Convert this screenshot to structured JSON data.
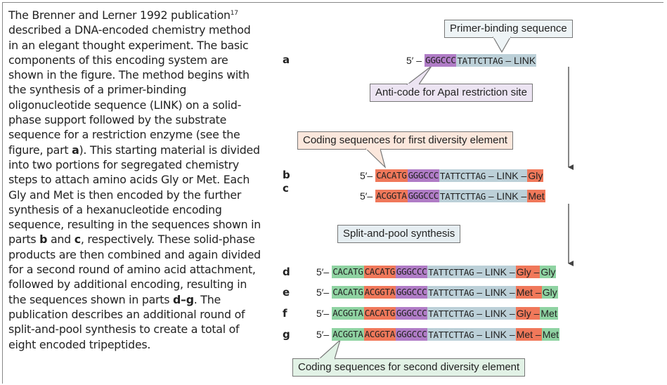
{
  "paragraph": {
    "part1": "The Brenner and Lerner 1992 publication",
    "ref": "17",
    "part2": " described a DNA-encoded chemistry method in an elegant thought experiment. The basic components of this encoding system are shown in the figure. The method begins with the synthesis of a primer-binding oligonucleotide sequence (LINK) on a solid-phase support followed by the substrate sequence for a restriction enzyme (see the figure, part ",
    "bold_a": "a",
    "part3": "). This starting material is divided into two portions for segregated chemistry steps to attach amino acids Gly or Met. Each Gly and Met is then encoded by the further synthesis of a hexanucleotide encoding sequence, resulting in the sequences shown in parts ",
    "bold_b": "b",
    "and": " and ",
    "bold_c": "c",
    "part4": ", respectively. These solid-phase products are then combined and again divided for a second round of amino acid attachment, followed by additional encoding, resulting in the sequences shown in parts ",
    "bold_dg": "d–g",
    "part5": ". The publication describes an additional round of split-and-pool synthesis to create a total of eight encoded tripeptides."
  },
  "callouts": {
    "primer": "Primer-binding sequence",
    "anticode": "Anti-code for ApaI restriction site",
    "first": "Coding sequences for first diversity element",
    "split": "Split-and-pool synthesis",
    "second": "Coding sequences for second diversity element"
  },
  "colors": {
    "code": "#f0785a",
    "restriction": "#b07cc6",
    "primer": "#bcd0d8",
    "second": "#8fd3a2"
  },
  "common": {
    "prime_a": "5′ –",
    "prime": "5′–",
    "apai": "GGGCCC",
    "primer_seq": "TATTCTTAG",
    "link": " – LINK",
    "link_dash": " – LINK – "
  },
  "rows": {
    "a": {
      "label": "a"
    },
    "b": {
      "label": "b",
      "code1": "CACATG",
      "aa1": "Gly"
    },
    "c": {
      "label": "c",
      "code1": "ACGGTA",
      "aa1": "Met"
    },
    "d": {
      "label": "d",
      "code2": "CACATG",
      "code1": "CACATG",
      "aa1": "Gly",
      "sep": " – ",
      "aa2": "Gly"
    },
    "e": {
      "label": "e",
      "code2": "CACATG",
      "code1": "ACGGTA",
      "aa1": "Met",
      "sep": " – ",
      "aa2": "Gly"
    },
    "f": {
      "label": "f",
      "code2": "ACGGTA",
      "code1": "CACATG",
      "aa1": "Gly",
      "sep": " – ",
      "aa2": "Met"
    },
    "g": {
      "label": "g",
      "code2": "ACGGTA",
      "code1": "ACGGTA",
      "aa1": "Met",
      "sep": " – ",
      "aa2": "Met"
    }
  }
}
